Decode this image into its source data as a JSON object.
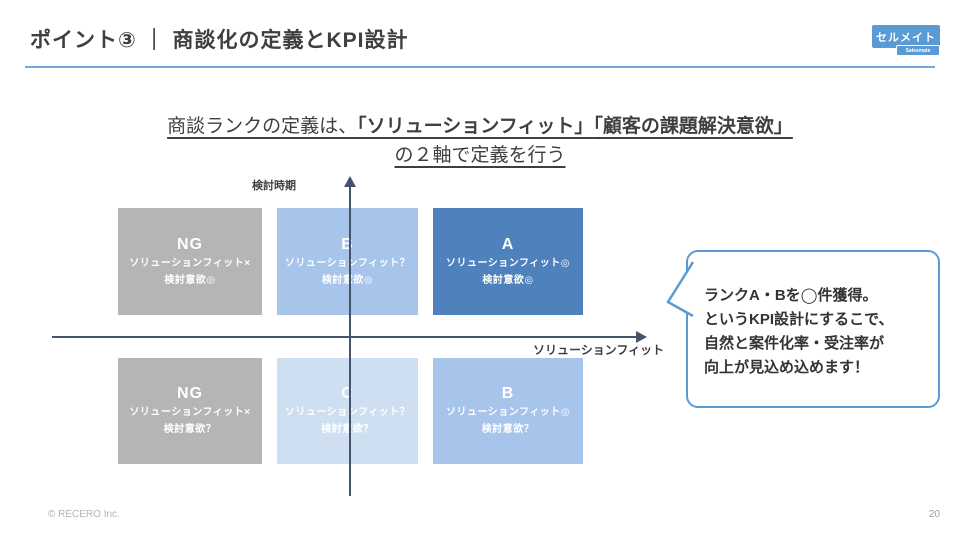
{
  "header": {
    "title": "ポイント③ ｜ 商談化の定義とKPI設計",
    "logo_main": "セルメイト",
    "logo_sub": "Salesmate"
  },
  "subtitle": {
    "prefix": "商談ランクの定義は、",
    "bold1": "「ソリューションフィット」",
    "bold2": "「顧客の課題解決意欲」",
    "line2": "の２軸で定義を行う"
  },
  "matrix": {
    "y_axis_label": "検討時期",
    "x_axis_label": "ソリューションフィット",
    "cells": [
      {
        "position": "top-left",
        "rank": "NG",
        "line1": "ソリューションフィット×",
        "line2": "検討意欲◎",
        "color": "#b5b5b5"
      },
      {
        "position": "top-middle",
        "rank": "B",
        "line1": "ソリューションフィット？",
        "line2": "検討意欲◎",
        "color": "#a7c4ea"
      },
      {
        "position": "top-right",
        "rank": "A",
        "line1": "ソリューションフィット◎",
        "line2": "検討意欲◎",
        "color": "#4f81bd"
      },
      {
        "position": "bottom-left",
        "rank": "NG",
        "line1": "ソリューションフィット×",
        "line2": "検討意欲？",
        "color": "#b5b5b5"
      },
      {
        "position": "bottom-middle",
        "rank": "C",
        "line1": "ソリューションフィット？",
        "line2": "検討意欲？",
        "color": "#cfdff2"
      },
      {
        "position": "bottom-right",
        "rank": "B",
        "line1": "ソリューションフィット◎",
        "line2": "検討意欲？",
        "color": "#a7c4ea"
      }
    ]
  },
  "callout": {
    "border_color": "#5b9bd5",
    "lines": [
      "ランクA・Bを◯件獲得。",
      "というKPI設計にするこで、",
      "自然と案件化率・受注率が",
      "向上が見込め込めます！"
    ]
  },
  "footer": {
    "copyright": "© RECERO Inc.",
    "page_number": "20"
  },
  "colors": {
    "accent_blue": "#5b9bd5",
    "divider_blue": "#6fa8dc",
    "axis": "#44546a",
    "rank_a": "#4f81bd",
    "rank_b": "#a7c4ea",
    "rank_c": "#cfdff2",
    "rank_ng": "#b5b5b5",
    "text_dark": "#3f3f3f"
  }
}
